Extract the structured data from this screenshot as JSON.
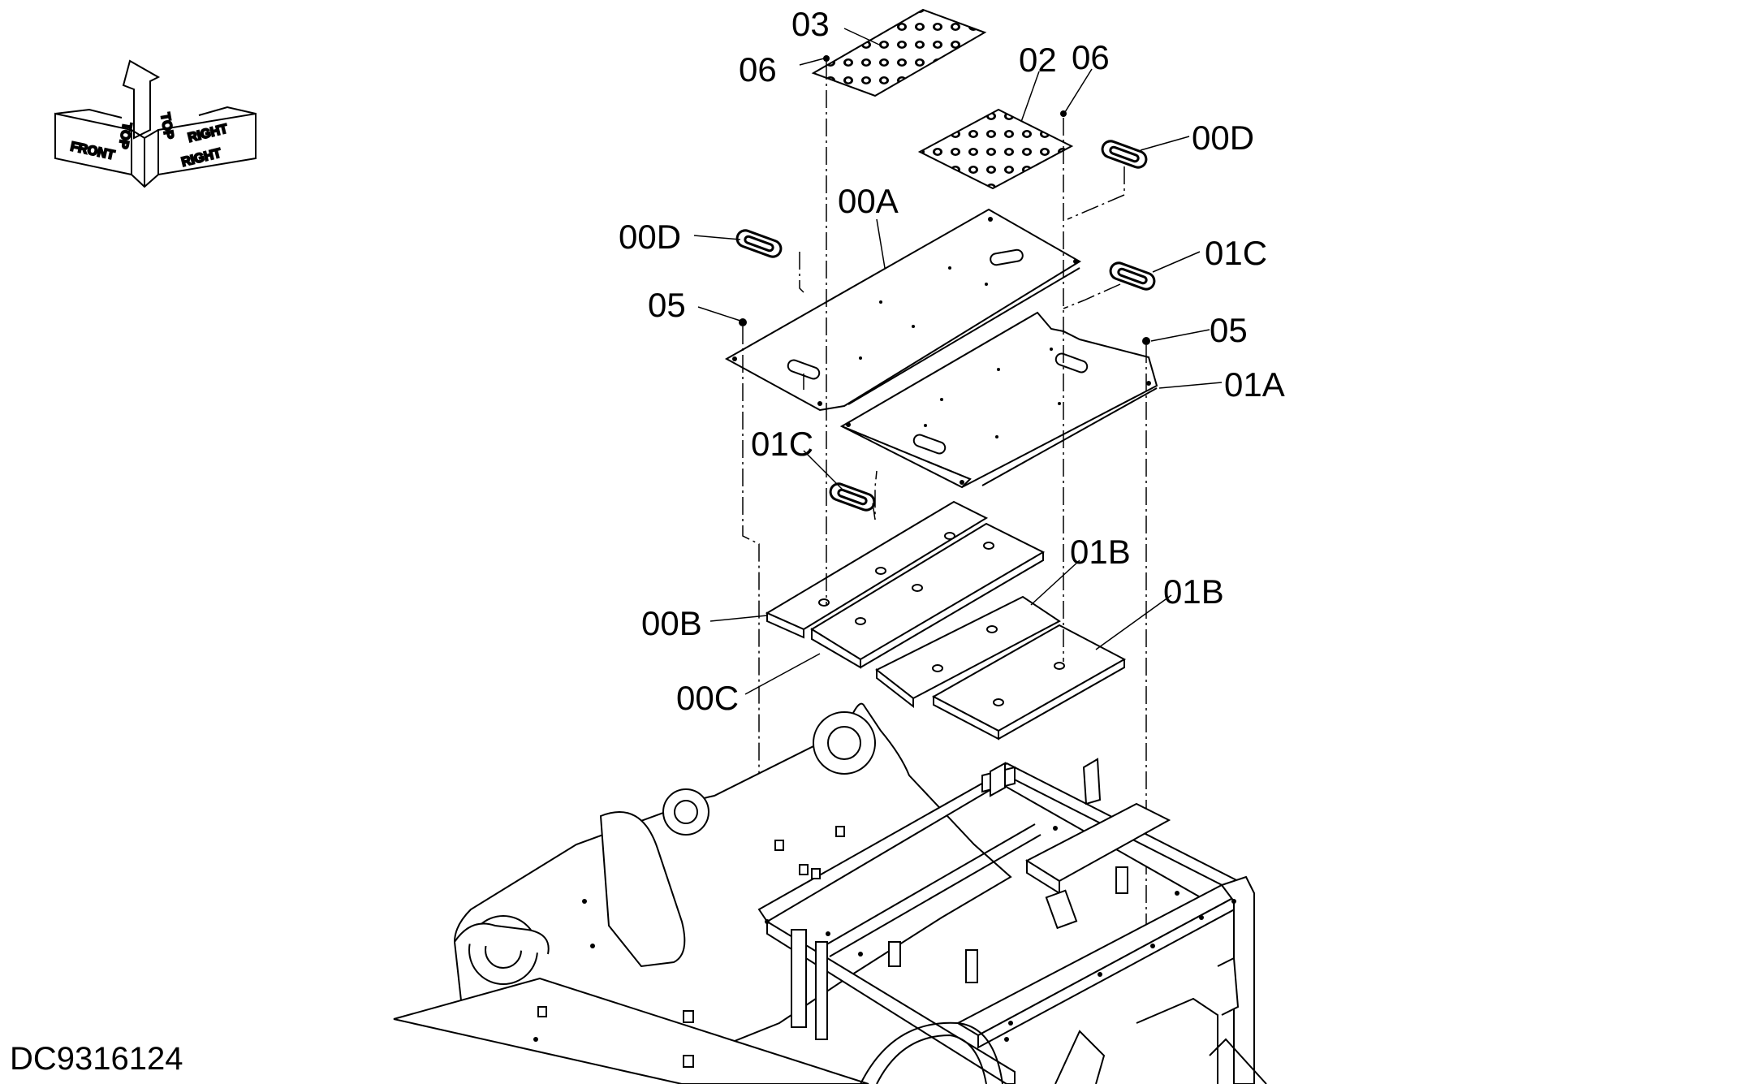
{
  "drawing_code": "DC9316124",
  "orientation": {
    "front": "FRONT",
    "top_a": "TOP",
    "top_b": "TOP",
    "right_a": "RIGHT",
    "right_b": "RIGHT"
  },
  "callouts": {
    "c03": "03",
    "c06_left": "06",
    "c02": "02",
    "c06_right": "06",
    "c00D_right": "00D",
    "c00A": "00A",
    "c00D_left": "00D",
    "c01C_right": "01C",
    "c05_left": "05",
    "c05_right": "05",
    "c01A": "01A",
    "c01C_left": "01C",
    "c01B_upper": "01B",
    "c01B_right": "01B",
    "c00B": "00B",
    "c00C": "00C"
  },
  "colors": {
    "line": "#000000",
    "background": "#ffffff"
  }
}
